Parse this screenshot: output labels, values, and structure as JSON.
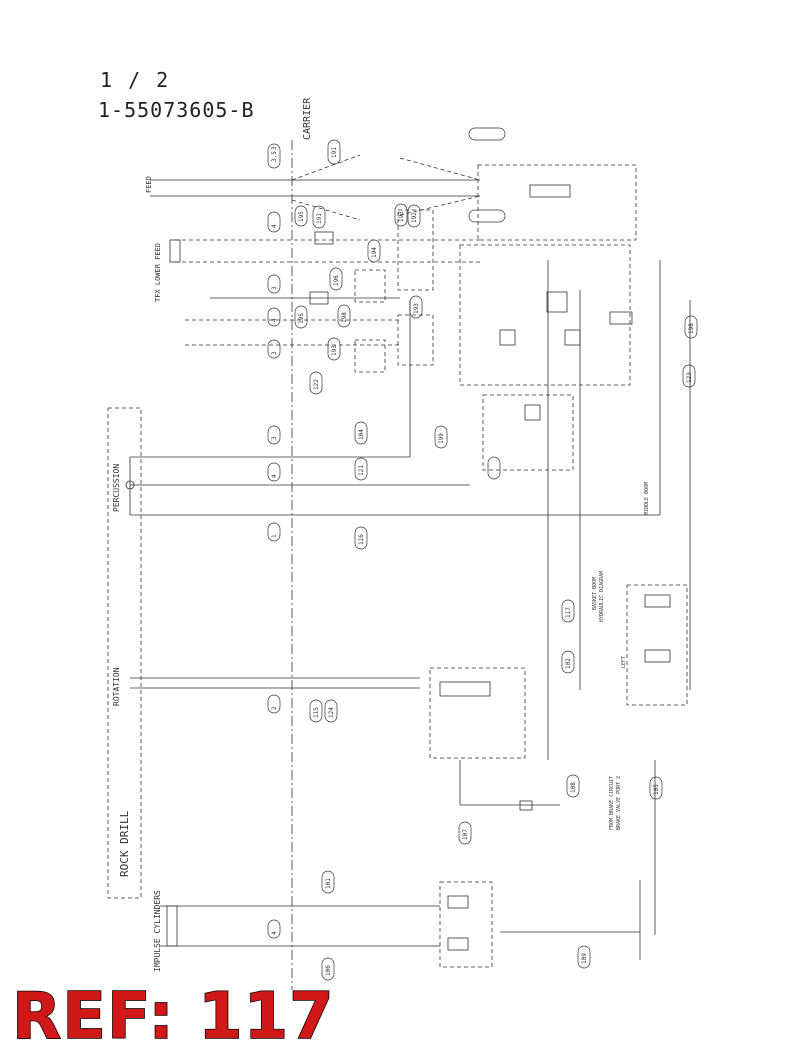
{
  "header": {
    "page": "1 /  2",
    "document_number": "1-55073605-B"
  },
  "footer": {
    "ref_label": "REF: 117"
  },
  "labels": {
    "carrier": "CARRIER",
    "feed": "FEED",
    "tfx_lower_feed": "TFX LOWER FEED",
    "percussion": "PERCUSSION",
    "rotation": "ROTATION",
    "rock_drill": "ROCK DRILL",
    "impulse_cylinders": "IMPULSE CYLINDERS",
    "middle_boom": "MIDDLE BOOM",
    "left": "LEFT",
    "from_brake_circuit": "FROM BRAKE CIRCUIT",
    "brake_valve_port": "BRAKE VALVE PORT 2",
    "basket_boom": "BASKET BOOM",
    "hydraulic_diagram": "HYDRAULIC DIAGRAM"
  },
  "callouts": {
    "vertical": [
      "3.5",
      "191",
      "195",
      "191",
      "193",
      "192",
      "194",
      "196",
      "198",
      "193",
      "195",
      "193",
      "122",
      "104",
      "121",
      "116",
      "115",
      "124",
      "117",
      "102",
      "101",
      "106",
      "107",
      "108",
      "109",
      "105",
      "123",
      "198",
      "199"
    ],
    "line_numbers": [
      "3",
      "4",
      "3",
      "4",
      "3",
      "3",
      "4",
      "1",
      "2",
      "4"
    ]
  }
}
